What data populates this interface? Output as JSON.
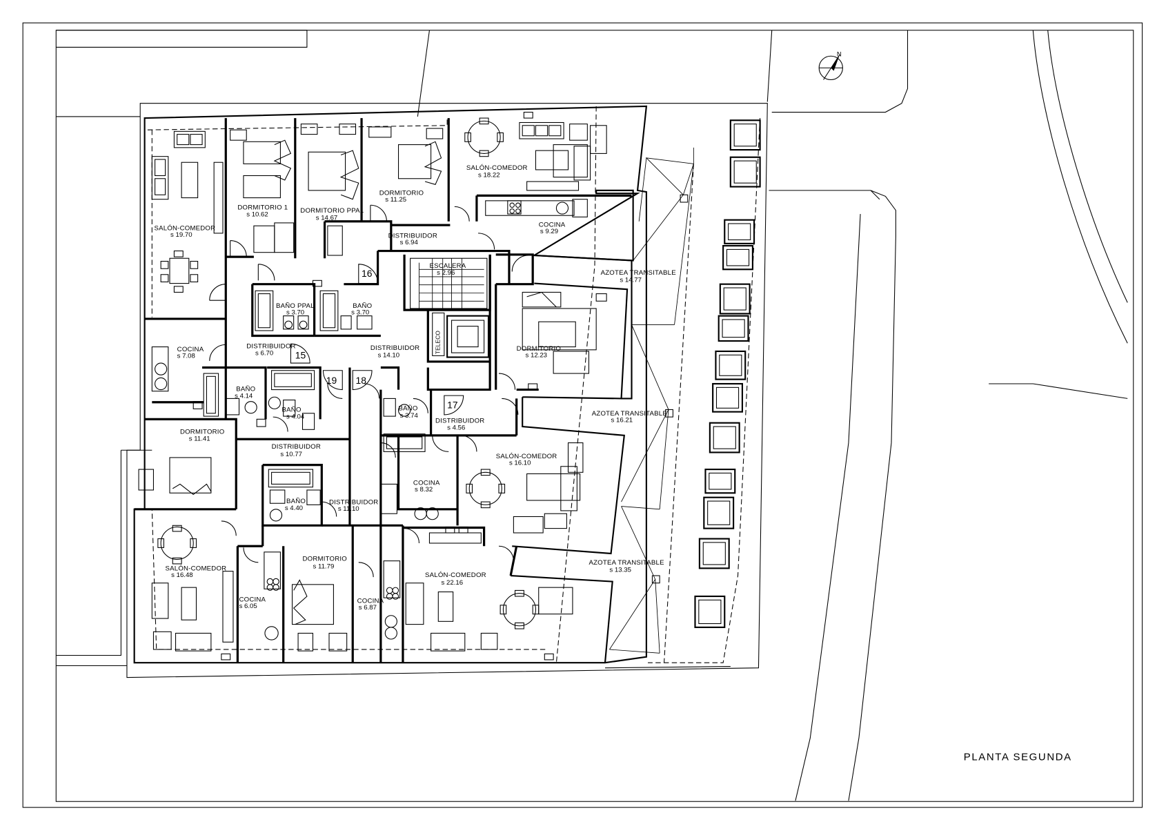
{
  "sheet": {
    "title": "PLANTA SEGUNDA"
  },
  "north_arrow": {
    "letter": "N"
  },
  "rooms": [
    {
      "name": "SALÓN-COMEDOR",
      "area": "s 19.70"
    },
    {
      "name": "DORMITORIO 1",
      "area": "s 10.62"
    },
    {
      "name": "DORMITORIO PPAL",
      "area": "s 14.67"
    },
    {
      "name": "DORMITORIO",
      "area": "s 11.25"
    },
    {
      "name": "SALÓN-COMEDOR",
      "area": "s 18.22"
    },
    {
      "name": "COCINA",
      "area": "s 9.29"
    },
    {
      "name": "DISTRIBUIDOR",
      "area": "s 6.94"
    },
    {
      "name": "ESCALERA",
      "area": "s 2.96"
    },
    {
      "name": "AZOTEA TRANSITABLE",
      "area": "s 14.77"
    },
    {
      "name": "BAÑO PPAL",
      "area": "s 3.70"
    },
    {
      "name": "BAÑO",
      "area": "s 3.70"
    },
    {
      "name": "COCINA",
      "area": "s 7.08"
    },
    {
      "name": "DISTRIBUIDOR",
      "area": "s 6.70"
    },
    {
      "name": "DISTRIBUIDOR",
      "area": "s 14.10"
    },
    {
      "name": "DORMITORIO",
      "area": "s 12.23"
    },
    {
      "name": "BAÑO",
      "area": "s 4.14"
    },
    {
      "name": "BAÑO",
      "area": "s 4.04"
    },
    {
      "name": "BAÑO",
      "area": "s 3.74"
    },
    {
      "name": "DISTRIBUIDOR",
      "area": "s 4.56"
    },
    {
      "name": "AZOTEA TRANSITABLE",
      "area": "s 16.21"
    },
    {
      "name": "DORMITORIO",
      "area": "s 11.41"
    },
    {
      "name": "DISTRIBUIDOR",
      "area": "s 10.77"
    },
    {
      "name": "SALÓN-COMEDOR",
      "area": "s 16.10"
    },
    {
      "name": "COCINA",
      "area": "s 8.32"
    },
    {
      "name": "BAÑO",
      "area": "s 4.40"
    },
    {
      "name": "DISTRIBUIDOR",
      "area": "s 11.10"
    },
    {
      "name": "SALÓN-COMEDOR",
      "area": "s 16.48"
    },
    {
      "name": "DORMITORIO",
      "area": "s 11.79"
    },
    {
      "name": "COCINA",
      "area": "s 6.05"
    },
    {
      "name": "COCINA",
      "area": "s 6.87"
    },
    {
      "name": "SALÓN-COMEDOR",
      "area": "s 22.16"
    },
    {
      "name": "AZOTEA TRANSITABLE",
      "area": "s 13.35"
    }
  ],
  "apartments": [
    "15",
    "16",
    "17",
    "18",
    "19"
  ],
  "labels": {
    "teleco": "TELECO"
  }
}
